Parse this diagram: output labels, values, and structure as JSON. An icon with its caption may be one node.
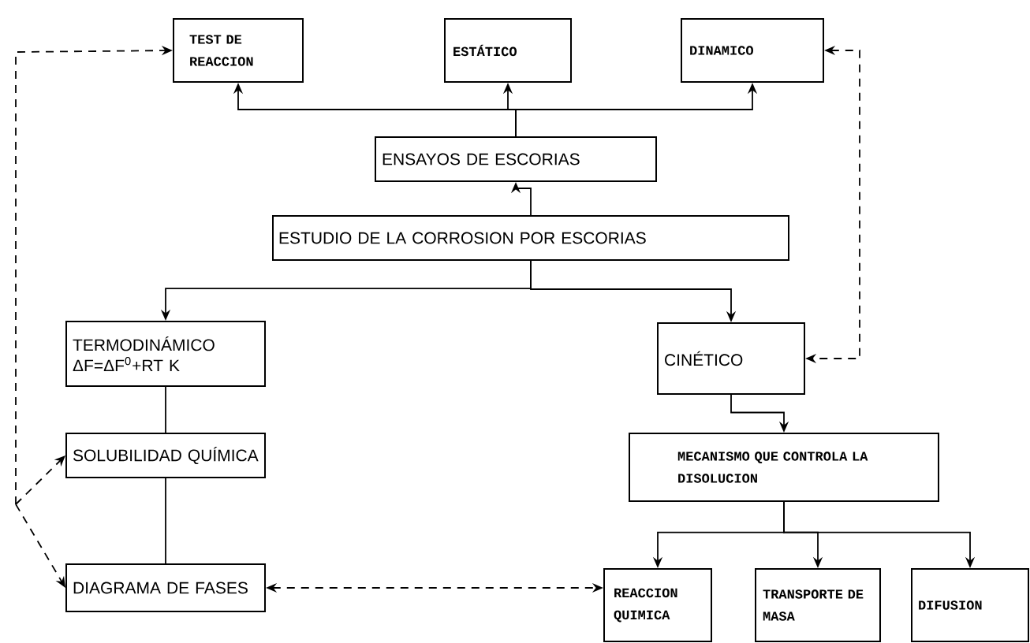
{
  "diagram": {
    "nodes": [
      {
        "text": [
          "TEST DE REACCION"
        ]
      },
      {
        "text": [
          "ESTÁTICO"
        ]
      },
      {
        "text": [
          "DINAMICO"
        ]
      },
      {
        "text": [
          "ENSAYOS DE ESCORIAS"
        ]
      },
      {
        "text": [
          "ESTUDIO DE LA CORROSION POR ESCORIAS"
        ]
      },
      {
        "text": [
          "TERMODINÁMICO",
          "ΔF=ΔF$^{0}$+RT K"
        ]
      },
      {
        "text": [
          "SOLUBILIDAD QUÍMICA"
        ]
      },
      {
        "text": [
          "DIAGRAMA DE FASES"
        ]
      },
      {
        "text": [
          "CINÉTICO"
        ]
      },
      {
        "text": [
          "MECANISMO QUE CONTROLA LA DISOLUCION"
        ]
      },
      {
        "text": [
          "REACCION QUIMICA"
        ]
      },
      {
        "text": [
          "TRANSPORTE DE MASA"
        ]
      },
      {
        "text": [
          "DIFUSION"
        ]
      }
    ],
    "edges": [
      {
        "from": 4,
        "to": 3,
        "arrow": "to"
      },
      {
        "from": 3,
        "to": 0,
        "arrow": "to"
      },
      {
        "from": 3,
        "to": 1,
        "arrow": "to"
      },
      {
        "from": 3,
        "to": 2,
        "arrow": "to"
      },
      {
        "from": 4,
        "to": 5,
        "arrow": "to"
      },
      {
        "from": 4,
        "to": 8,
        "arrow": "to"
      },
      {
        "from": 5,
        "to": 6,
        "arrow": "none"
      },
      {
        "from": 6,
        "to": 7,
        "arrow": "none"
      },
      {
        "from": 8,
        "to": 9,
        "arrow": "to"
      },
      {
        "from": 9,
        "to": 10,
        "arrow": "to"
      },
      {
        "from": 9,
        "to": 11,
        "arrow": "to"
      },
      {
        "from": 9,
        "to": 12,
        "arrow": "to"
      },
      {
        "from": null,
        "to": 0,
        "arrow": "to",
        "style": "dashed"
      },
      {
        "from": null,
        "to": 6,
        "arrow": "to",
        "style": "dashed"
      },
      {
        "from": null,
        "to": 7,
        "arrow": "to",
        "style": "dashed"
      },
      {
        "from": 2,
        "to": 8,
        "arrow": "both",
        "style": "dashed"
      },
      {
        "from": 7,
        "to": 10,
        "arrow": "both",
        "style": "dashed"
      }
    ]
  }
}
